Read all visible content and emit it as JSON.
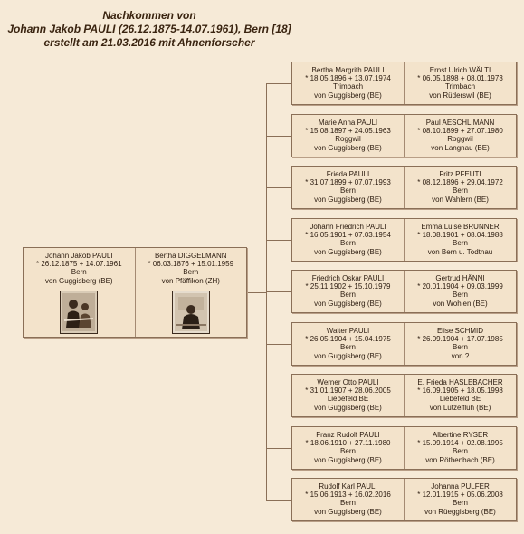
{
  "header": {
    "line1": "Nachkommen von",
    "line2": "Johann Jakob PAULI (26.12.1875-14.07.1961), Bern [18]",
    "line3": "erstellt am 21.03.2016 mit Ahnenforscher"
  },
  "parents": {
    "father": {
      "name": "Johann Jakob PAULI",
      "dates": "* 26.12.1875  + 14.07.1961",
      "place": "Bern",
      "origin": "von Guggisberg (BE)"
    },
    "mother": {
      "name": "Bertha DIGGELMANN",
      "dates": "* 06.03.1876  + 15.01.1959",
      "place": "Bern",
      "origin": "von Pfäffikon (ZH)"
    }
  },
  "children": [
    {
      "child": {
        "name": "Bertha Margrith PAULI",
        "dates": "* 18.05.1896  + 13.07.1974",
        "place": "Trimbach",
        "origin": "von Guggisberg (BE)"
      },
      "spouse": {
        "name": "Ernst Ulrich WÄLTI",
        "dates": "* 06.05.1898  + 08.01.1973",
        "place": "Trimbach",
        "origin": "von Rüderswil (BE)"
      }
    },
    {
      "child": {
        "name": "Marie Anna PAULI",
        "dates": "* 15.08.1897  + 24.05.1963",
        "place": "Roggwil",
        "origin": "von Guggisberg (BE)"
      },
      "spouse": {
        "name": "Paul AESCHLIMANN",
        "dates": "* 08.10.1899  + 27.07.1980",
        "place": "Roggwil",
        "origin": "von Langnau (BE)"
      }
    },
    {
      "child": {
        "name": "Frieda PAULI",
        "dates": "* 31.07.1899  + 07.07.1993",
        "place": "Bern",
        "origin": "von Guggisberg (BE)"
      },
      "spouse": {
        "name": "Fritz PFEUTI",
        "dates": "* 08.12.1896  + 29.04.1972",
        "place": "Bern",
        "origin": "von Wahlern (BE)"
      }
    },
    {
      "child": {
        "name": "Johann Friedrich PAULI",
        "dates": "* 16.05.1901  + 07.03.1954",
        "place": "Bern",
        "origin": "von Guggisberg (BE)"
      },
      "spouse": {
        "name": "Emma Luise BRUNNER",
        "dates": "* 18.08.1901  + 08.04.1988",
        "place": "Bern",
        "origin": "von Bern u. Todtnau"
      }
    },
    {
      "child": {
        "name": "Friedrich Oskar PAULI",
        "dates": "* 25.11.1902  + 15.10.1979",
        "place": "Bern",
        "origin": "von Guggisberg (BE)"
      },
      "spouse": {
        "name": "Gertrud HÄNNI",
        "dates": "* 20.01.1904  + 09.03.1999",
        "place": "Bern",
        "origin": "von Wohlen (BE)"
      }
    },
    {
      "child": {
        "name": "Walter PAULI",
        "dates": "* 26.05.1904  + 15.04.1975",
        "place": "Bern",
        "origin": "von Guggisberg (BE)"
      },
      "spouse": {
        "name": "Elise SCHMID",
        "dates": "* 26.09.1904  + 17.07.1985",
        "place": "Bern",
        "origin": "von ?"
      }
    },
    {
      "child": {
        "name": "Werner Otto PAULI",
        "dates": "* 31.01.1907  + 28.06.2005",
        "place": "Liebefeld BE",
        "origin": "von Guggisberg (BE)"
      },
      "spouse": {
        "name": "E. Frieda HASLEBACHER",
        "dates": "* 16.09.1905  + 18.05.1998",
        "place": "Liebefeld BE",
        "origin": "von Lützelflüh (BE)"
      }
    },
    {
      "child": {
        "name": "Franz Rudolf PAULI",
        "dates": "* 18.06.1910  + 27.11.1980",
        "place": "Bern",
        "origin": "von Guggisberg (BE)"
      },
      "spouse": {
        "name": "Albertine RYSER",
        "dates": "* 15.09.1914  + 02.08.1995",
        "place": "Bern",
        "origin": "von Röthenbach (BE)"
      }
    },
    {
      "child": {
        "name": "Rudolf Karl PAULI",
        "dates": "* 15.06.1913  + 16.02.2016",
        "place": "Bern",
        "origin": "von Guggisberg (BE)"
      },
      "spouse": {
        "name": "Johanna PULFER",
        "dates": "* 12.01.1915  + 05.06.2008",
        "place": "Bern",
        "origin": "von Rüeggisberg (BE)"
      }
    }
  ]
}
